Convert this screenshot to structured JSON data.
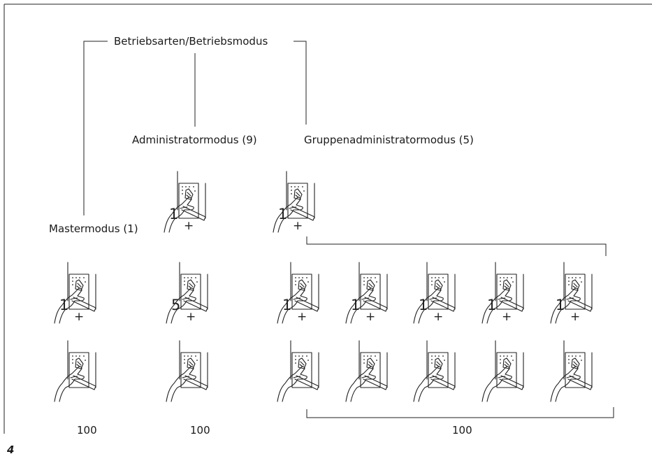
{
  "diagram": {
    "title": "Betriebsarten/Betriebsmodus",
    "admin_label": "Administratormodus (9)",
    "group_label": "Gruppenadministratormodus (5)",
    "master_label": "Mastermodus (1)",
    "figure_number": "4",
    "counts": {
      "master": "100",
      "admin": "100",
      "group": "100"
    },
    "key_digits": {
      "admin": "1",
      "group": "1",
      "master_row": "1",
      "admin_row": "5",
      "group_row": [
        "1",
        "1",
        "1",
        "1",
        "1"
      ]
    },
    "plus_sign": "+"
  }
}
